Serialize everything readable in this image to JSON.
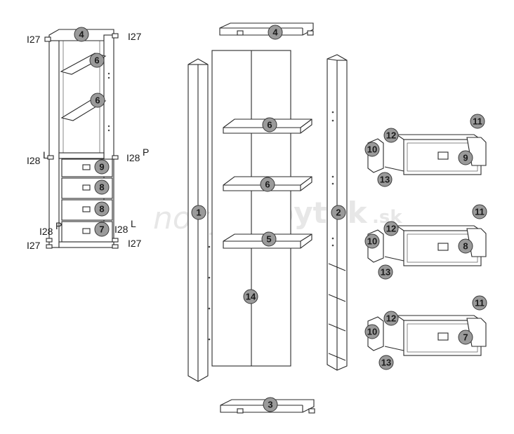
{
  "watermark": {
    "part1": "nový",
    "part2": "nabytok",
    "suffix": ".sk"
  },
  "hardware": {
    "i27": "I27",
    "i28l": "I28",
    "i28p": "I28",
    "sup_l": "L",
    "sup_p": "P"
  },
  "parts": {
    "p1": "1",
    "p2": "2",
    "p3": "3",
    "p4": "4",
    "p5": "5",
    "p6": "6",
    "p7": "7",
    "p8": "8",
    "p9": "9",
    "p10": "10",
    "p11": "11",
    "p12": "12",
    "p13": "13",
    "p14": "14"
  }
}
